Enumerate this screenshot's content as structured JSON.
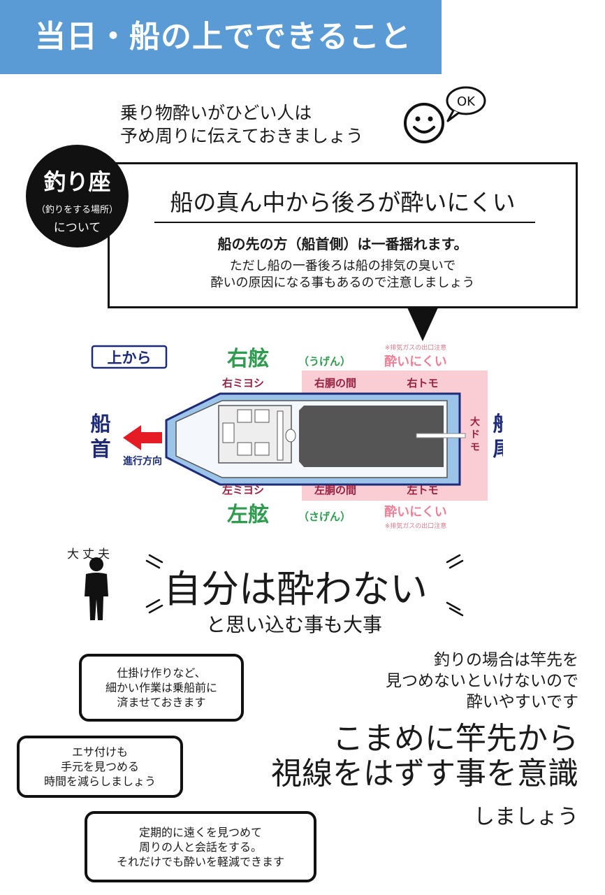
{
  "header": {
    "title": "当日・船の上でできること"
  },
  "intro": {
    "lines": [
      "乗り物酔いがひどい人は",
      "予め周りに伝えておきましょう"
    ],
    "speech_bubble": "OK"
  },
  "zaseki": {
    "title": "釣り座",
    "subtitle": "（釣りをする場所）",
    "about": "について"
  },
  "callout": {
    "title": "船の真ん中から後ろが酔いにくい",
    "strong": "船の先の方（船首側）は一番揺れます。",
    "note_lines": [
      "ただし船の一番後ろは船の排気の臭いで",
      "酔いの原因になる事もあるので注意しましょう"
    ]
  },
  "diagram": {
    "view_label": "上から",
    "starboard": "右舷",
    "starboard_reading": "（うげん）",
    "port": "左舷",
    "port_reading": "（さげん）",
    "exhaust_note": "※排気ガスの出口注意",
    "less_sick": "酔いにくい",
    "r_bow": "右ミヨシ",
    "r_mid": "右胴の間",
    "r_stern": "右トモ",
    "l_bow": "左ミヨシ",
    "l_mid": "左胴の間",
    "l_stern": "左トモ",
    "center_stern": "大ドモ",
    "bow_chars": [
      "船",
      "首"
    ],
    "stern_chars": [
      "船",
      "尾"
    ],
    "direction": "進行方向",
    "colors": {
      "navy": "#1c2a78",
      "green": "#2e9b4f",
      "crimson": "#9a2040",
      "pink": "#f9cdd3",
      "red": "#e51c23",
      "hull": "#9cc3e8"
    }
  },
  "mindset": {
    "person_label": "大丈夫",
    "headline": "自分は酔わない",
    "sub": "と思い込む事も大事"
  },
  "tips": [
    {
      "lines": [
        "仕掛け作りなど、",
        "細かい作業は乗船前に",
        "済ませておきます"
      ]
    },
    {
      "lines": [
        "エサ付けも",
        "手元を見つめる",
        "時間を減らしましょう"
      ]
    },
    {
      "lines": [
        "定期的に遠くを見つめて",
        "周りの人と会話をする。",
        "それだけでも酔いを軽減できます"
      ]
    }
  ],
  "fishing": {
    "note_lines": [
      "釣りの場合は竿先を",
      "見つめないといけないので",
      "酔いやすいです"
    ],
    "big_lines": [
      "こまめに竿先から",
      "視線をはずす事を意識"
    ],
    "end": "しましょう"
  }
}
